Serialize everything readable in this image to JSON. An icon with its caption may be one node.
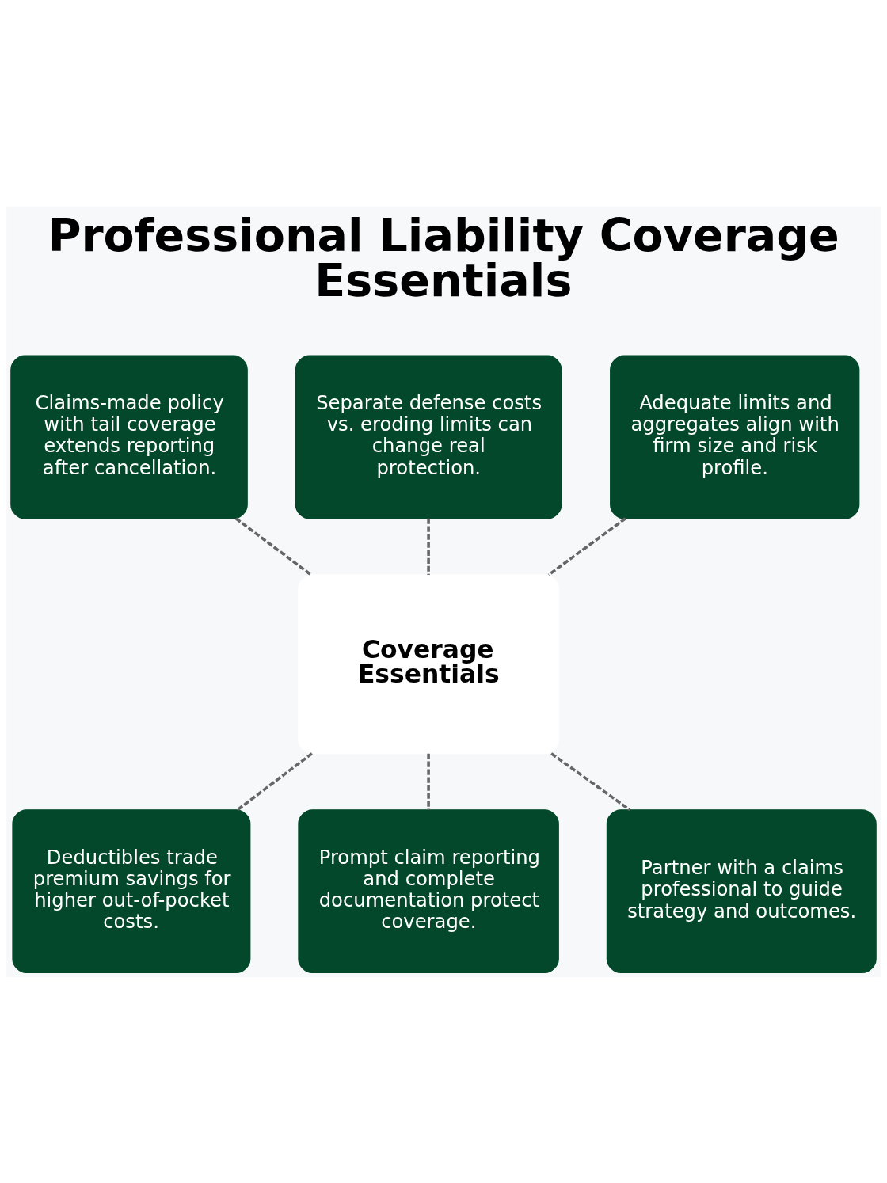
{
  "diagram": {
    "title": "Professional Liability Coverage Essentials",
    "nodes": [
      {
        "text": [
          "Claims-made policy with tail coverage extends reporting after cancellation."
        ]
      },
      {
        "text": [
          "Separate defense costs vs. eroding limits can change real protection."
        ]
      },
      {
        "text": [
          "Adequate limits and aggregates align with firm size and risk profile."
        ]
      },
      {
        "text": [
          "Coverage Essentials"
        ]
      },
      {
        "text": [
          "Deductibles trade premium savings for higher out-of-pocket costs."
        ]
      },
      {
        "text": [
          "Prompt claim reporting and complete documentation protect coverage."
        ]
      },
      {
        "text": [
          "Partner with a claims professional to guide strategy and outcomes."
        ]
      }
    ],
    "edges": [
      {
        "from": 0,
        "to": 3,
        "arrow": "none",
        "style": "dashed"
      },
      {
        "from": 1,
        "to": 3,
        "arrow": "none",
        "style": "dashed"
      },
      {
        "from": 2,
        "to": 3,
        "arrow": "none",
        "style": "dashed"
      },
      {
        "from": 3,
        "to": 4,
        "arrow": "none",
        "style": "dashed"
      },
      {
        "from": 3,
        "to": 5,
        "arrow": "none",
        "style": "dashed"
      },
      {
        "from": 3,
        "to": 6,
        "arrow": "none",
        "style": "dashed"
      }
    ]
  }
}
